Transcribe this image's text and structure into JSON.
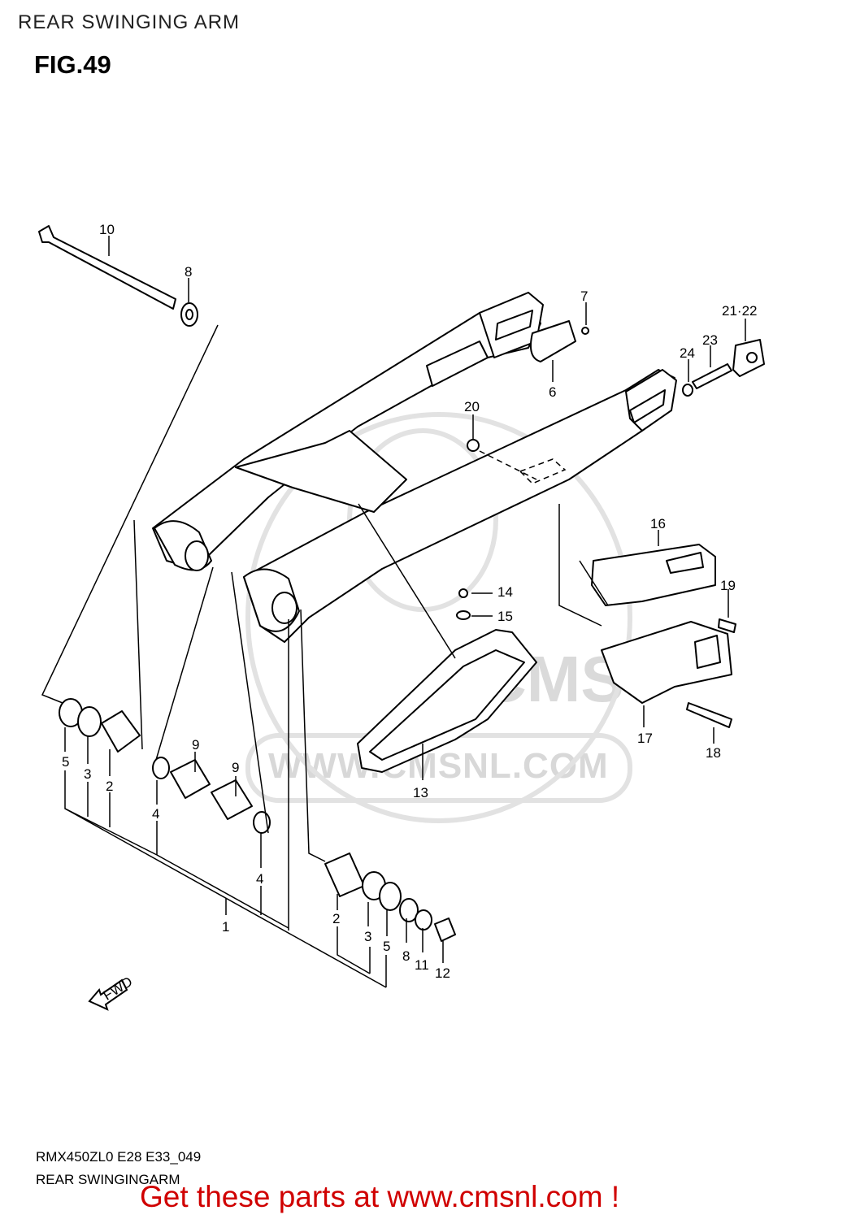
{
  "page_title": "REAR SWINGING ARM",
  "figure_label": "FIG.49",
  "model_code": "RMX450ZL0 E28 E33_049",
  "sub_title": "REAR SWINGINGARM",
  "promo": "Get these parts at www.cmsnl.com !",
  "watermark": {
    "brand": "CMS",
    "url": "WWW.CMSNL.COM"
  },
  "fwd_label": "FWD",
  "callouts": {
    "c1": "1",
    "c2a": "2",
    "c2b": "2",
    "c3a": "3",
    "c3b": "3",
    "c4a": "4",
    "c4b": "4",
    "c5a": "5",
    "c5b": "5",
    "c6": "6",
    "c7": "7",
    "c8a": "8",
    "c8b": "8",
    "c9a": "9",
    "c9b": "9",
    "c10": "10",
    "c11": "11",
    "c12": "12",
    "c13": "13",
    "c14": "14",
    "c15": "15",
    "c16": "16",
    "c17": "17",
    "c18": "18",
    "c19": "19",
    "c20": "20",
    "c2122": "21·22",
    "c23": "23",
    "c24": "24"
  }
}
